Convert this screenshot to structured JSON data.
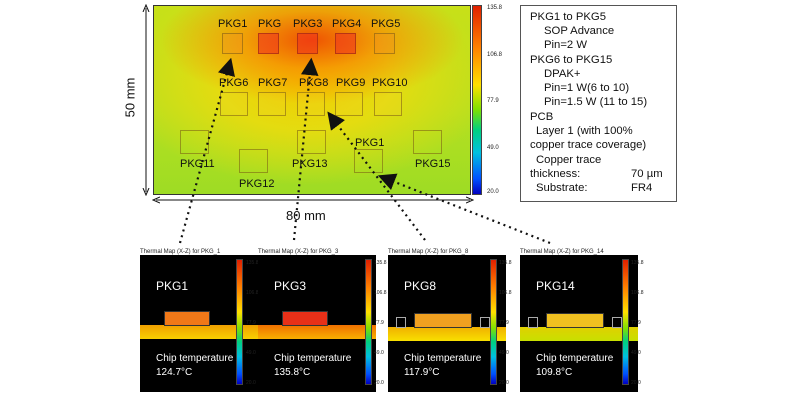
{
  "board": {
    "width_label": "80 mm",
    "height_label": "50 mm",
    "packages": [
      "PKG1",
      "PKG",
      "PKG3",
      "PKG4",
      "PKG5",
      "PKG6",
      "PKG7",
      "PKG8",
      "PKG9",
      "PKG10",
      "PKG11",
      "PKG12",
      "PKG13",
      "PKG1",
      "PKG15"
    ],
    "scale_ticks": [
      "135.8",
      "106.8",
      "77.9",
      "49.0",
      "20.0"
    ]
  },
  "legend": {
    "lines": [
      "PKG1 to PKG5",
      "SOP Advance",
      "Pin=2 W",
      "PKG6 to PKG15",
      "DPAK+",
      "Pin=1 W(6 to 10)",
      "Pin=1.5 W (11 to 15)",
      "PCB",
      "Layer 1 (with 100%",
      "copper trace coverage)",
      "Copper trace",
      "thickness:",
      "70 µm",
      "Substrate:",
      "FR4"
    ]
  },
  "panels": [
    {
      "title": "Thermal Map (X-Z) for PKG_1",
      "name": "PKG1",
      "chip_label": "Chip temperature",
      "temp": "124.7°C"
    },
    {
      "title": "Thermal Map (X-Z) for PKG_3",
      "name": "PKG3",
      "chip_label": "Chip temperature",
      "temp": "135.8°C"
    },
    {
      "title": "Thermal Map (X-Z) for PKG_8",
      "name": "PKG8",
      "chip_label": "Chip temperature",
      "temp": "117.9°C"
    },
    {
      "title": "Thermal Map (X-Z) for PKG_14",
      "name": "PKG14",
      "chip_label": "Chip temperature",
      "temp": "109.8°C"
    }
  ],
  "panel_scale_ticks": [
    "135.8",
    "106.8",
    "77.9",
    "49.0",
    "20.0"
  ],
  "colors": {
    "hot": "#e03010",
    "arrow": "#111111",
    "panel_bg": "#000000"
  }
}
